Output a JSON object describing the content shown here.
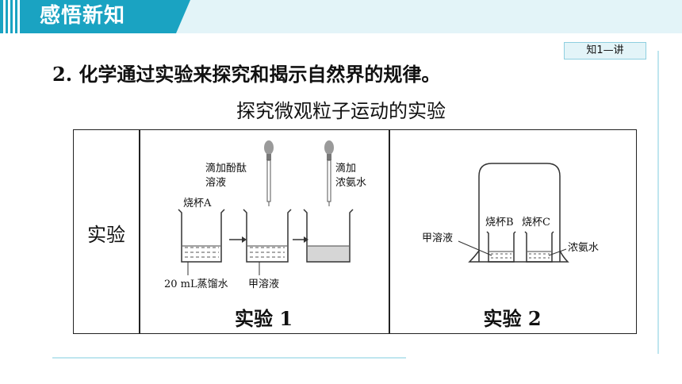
{
  "header": {
    "section_title": "感悟新知",
    "badge": "知1—讲"
  },
  "main": {
    "heading": "2. 化学通过实验来探究和揭示自然界的规律。",
    "table_caption": "探究微观粒子运动的实验",
    "row_label": "实验"
  },
  "experiment1": {
    "label": "实验 1",
    "add_phenol_line1": "滴加酚酞",
    "add_phenol_line2": "溶液",
    "add_ammonia_line1": "滴加",
    "add_ammonia_line2": "浓氨水",
    "beaker_a": "烧杯A",
    "water": "20 mL蒸馏水",
    "solution_jia": "甲溶液"
  },
  "experiment2": {
    "label": "实验 2",
    "beaker_b": "烧杯B",
    "beaker_c": "烧杯C",
    "solution_jia": "甲溶液",
    "ammonia": "浓氨水"
  },
  "colors": {
    "accent": "#1aa3c2",
    "light": "#e3f4f8",
    "liquid_pink": "#d6d6d6"
  }
}
